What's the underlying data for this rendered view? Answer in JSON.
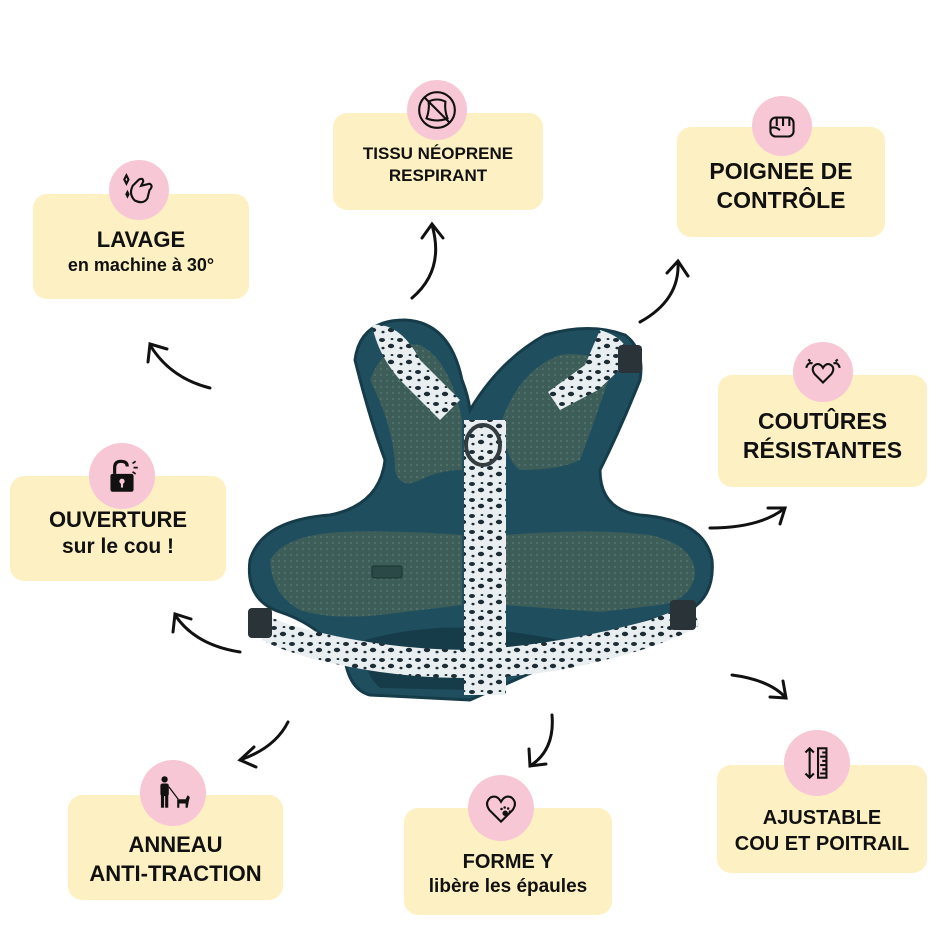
{
  "features": {
    "neoprene": {
      "line1": "TISSU NÉOPRENE",
      "line2": "RESPIRANT",
      "icon": "no-leather-icon"
    },
    "poignee": {
      "line1": "POIGNEE DE",
      "line2": "CONTRÔLE",
      "icon": "fist-icon"
    },
    "lavage": {
      "line1": "LAVAGE",
      "line2": "en machine à 30°",
      "icon": "washing-hand-icon"
    },
    "coutures": {
      "line1": "COUTÛRES",
      "line2": "RÉSISTANTES",
      "icon": "strong-heart-icon"
    },
    "ouverture": {
      "line1": "OUVERTURE",
      "line2": "sur le cou !",
      "icon": "unlock-icon"
    },
    "ajustable": {
      "line1": "AJUSTABLE",
      "line2": "COU ET POITRAIL",
      "icon": "ruler-icon"
    },
    "anneau": {
      "line1": "ANNEAU",
      "line2": "ANTI-TRACTION",
      "icon": "person-dog-icon"
    },
    "forme": {
      "line1": "FORME Y",
      "line2": "libère les épaules",
      "icon": "heart-paw-icon"
    }
  },
  "colors": {
    "card": "#fdf1c3",
    "badge": "#f7c7d6",
    "harness_teal": "#1f4f5f",
    "leopard_base": "#e9eef0"
  }
}
